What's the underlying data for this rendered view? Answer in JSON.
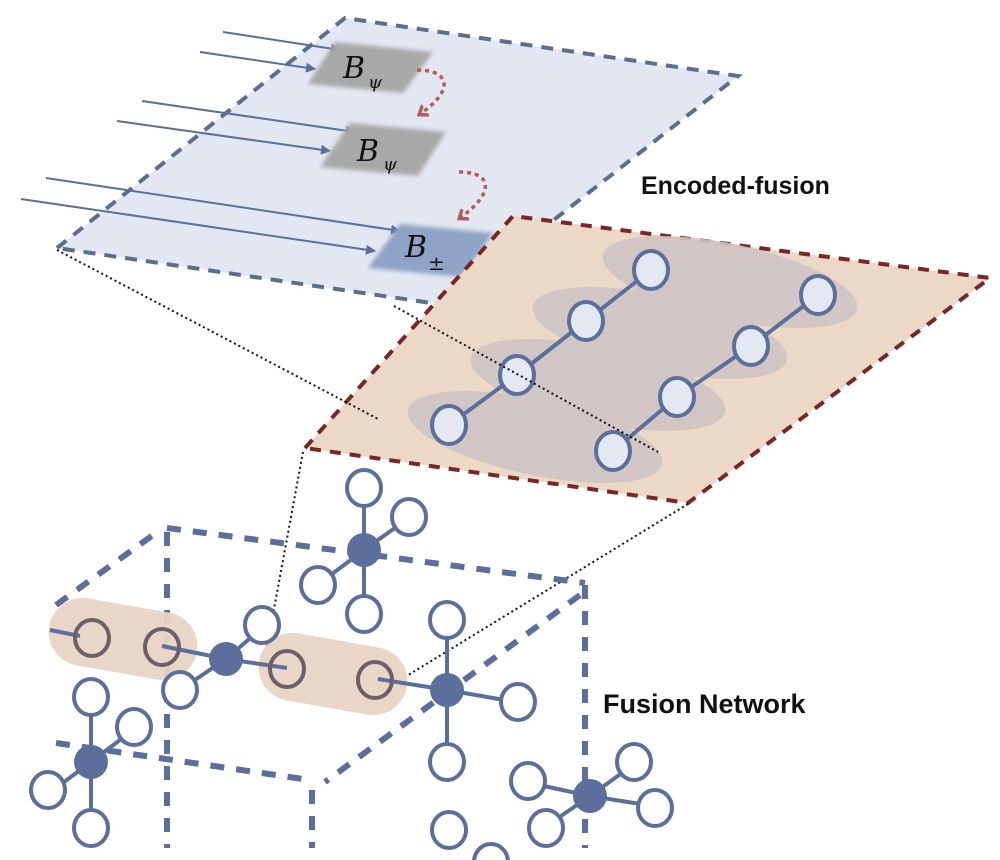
{
  "labels": {
    "encoded_fusion": "Encoded-fusion",
    "fusion_network": "Fusion Network"
  },
  "measurement_boxes": [
    {
      "symbol": "B",
      "subscript": "ψ",
      "kind": "intermediate"
    },
    {
      "symbol": "B",
      "subscript": "ψ",
      "kind": "intermediate"
    },
    {
      "symbol": "B",
      "subscript": "±",
      "kind": "final"
    }
  ],
  "colors": {
    "top_plane_fill": "#e2e7f1",
    "top_plane_border": "#5b6e8f",
    "middle_plane_fill": "#ecd8c6",
    "middle_plane_border": "#7a2626",
    "node_stroke": "#5b6e9c",
    "node_fill_light": "#e3e8f3",
    "hub_fill": "#5b6e9c",
    "gray_box": "#a8a8a8",
    "blue_box": "#8fa3c6",
    "feedforward_arrow": "#b55a5a",
    "fusion_highlight": "#e9d4c3",
    "ring_text": "#111111"
  }
}
